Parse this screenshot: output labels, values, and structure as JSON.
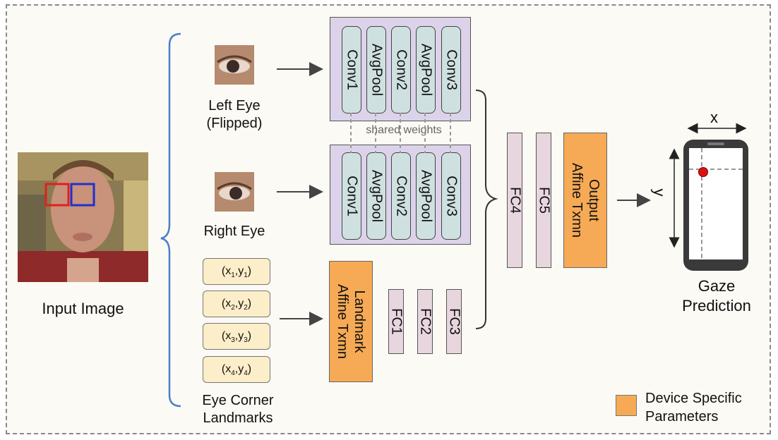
{
  "input_image_label": "Input Image",
  "left_eye_label_1": "Left Eye",
  "left_eye_label_2": "(Flipped)",
  "right_eye_label": "Right Eye",
  "landmarks_label_1": "Eye Corner",
  "landmarks_label_2": "Landmarks",
  "landmarks": [
    {
      "x": "x",
      "y": "y",
      "i": "1"
    },
    {
      "x": "x",
      "y": "y",
      "i": "2"
    },
    {
      "x": "x",
      "y": "y",
      "i": "3"
    },
    {
      "x": "x",
      "y": "y",
      "i": "4"
    }
  ],
  "conv_layers": [
    "Conv1",
    "AvgPool",
    "Conv2",
    "AvgPool",
    "Conv3"
  ],
  "shared_weights_label": "shared weights",
  "landmark_affine_1": "Landmark",
  "landmark_affine_2": "Affine Txmn",
  "fc_small": [
    "FC1",
    "FC2",
    "FC3"
  ],
  "fc4": "FC4",
  "fc5": "FC5",
  "output_affine_1": "Output",
  "output_affine_2": "Affine Txmn",
  "axis_x": "x",
  "axis_y": "y",
  "gaze_label_1": "Gaze",
  "gaze_label_2": "Prediction",
  "legend_label_1": "Device Specific",
  "legend_label_2": "Parameters",
  "colors": {
    "conv_block": "#dcd3ea",
    "conv_cell": "#cfe0e0",
    "fc": "#e8d6df",
    "device_specific": "#f6aa55",
    "landmark_box": "#fbeec9",
    "brace": "#4a7fc9",
    "left_eye_box": "#e02020",
    "right_eye_box": "#2030d0",
    "gaze_dot": "#e01010"
  }
}
